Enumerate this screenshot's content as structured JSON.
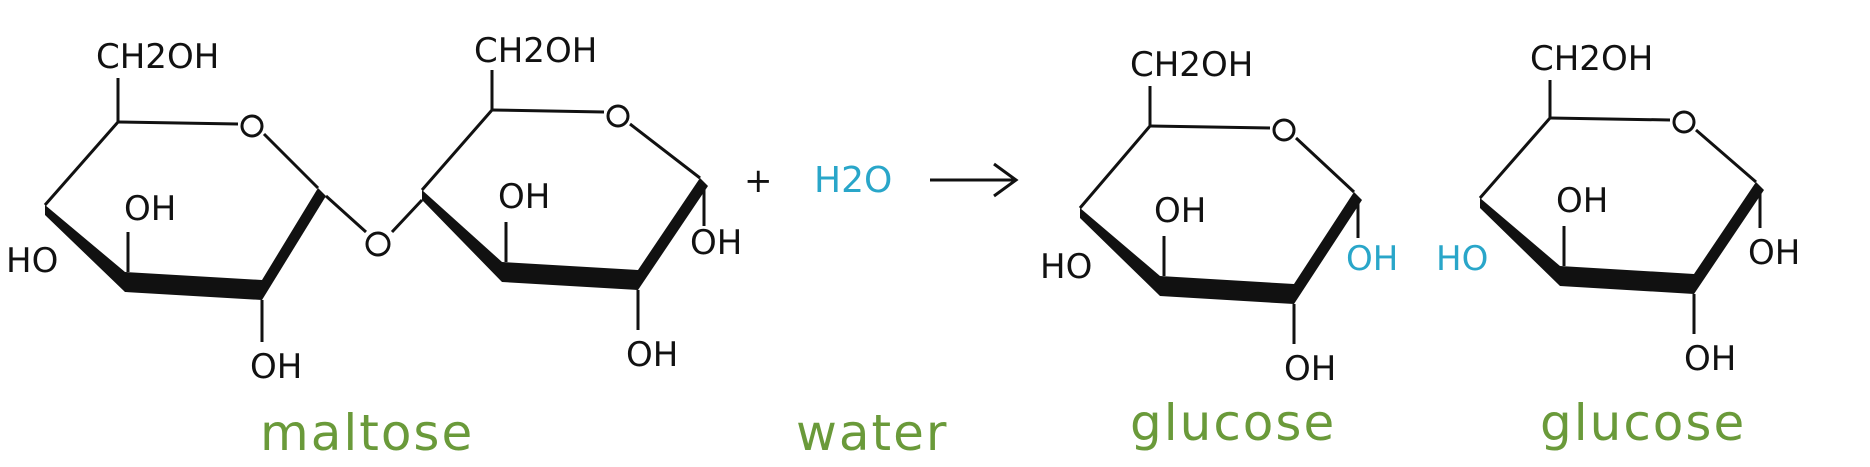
{
  "colors": {
    "ink": "#111111",
    "accent": "#29a6c9",
    "label": "#6a9a3a"
  },
  "molecules": {
    "maltose_left": {
      "top_group": "CH2OH",
      "oh_top": "OH",
      "oh_left": "HO",
      "oh_bottom": "OH",
      "ring_o": "O"
    },
    "maltose_right": {
      "top_group": "CH2OH",
      "oh_top": "OH",
      "oh_right": "OH",
      "oh_bottom": "OH",
      "ring_o": "O"
    },
    "bridge_o": "O",
    "glucose_1": {
      "top_group": "CH2OH",
      "oh_top": "OH",
      "oh_left": "HO",
      "oh_right": "OH",
      "oh_bottom": "OH",
      "ring_o": "O"
    },
    "glucose_2": {
      "top_group": "CH2OH",
      "oh_top": "OH",
      "oh_left": "HO",
      "oh_right": "OH",
      "oh_bottom": "OH",
      "ring_o": "O"
    }
  },
  "reaction": {
    "plus": "+",
    "water_formula": "H2O",
    "arrow": "→"
  },
  "labels": {
    "maltose": "maltose",
    "water": "water",
    "glucose_1": "glucose",
    "glucose_2": "glucose"
  }
}
